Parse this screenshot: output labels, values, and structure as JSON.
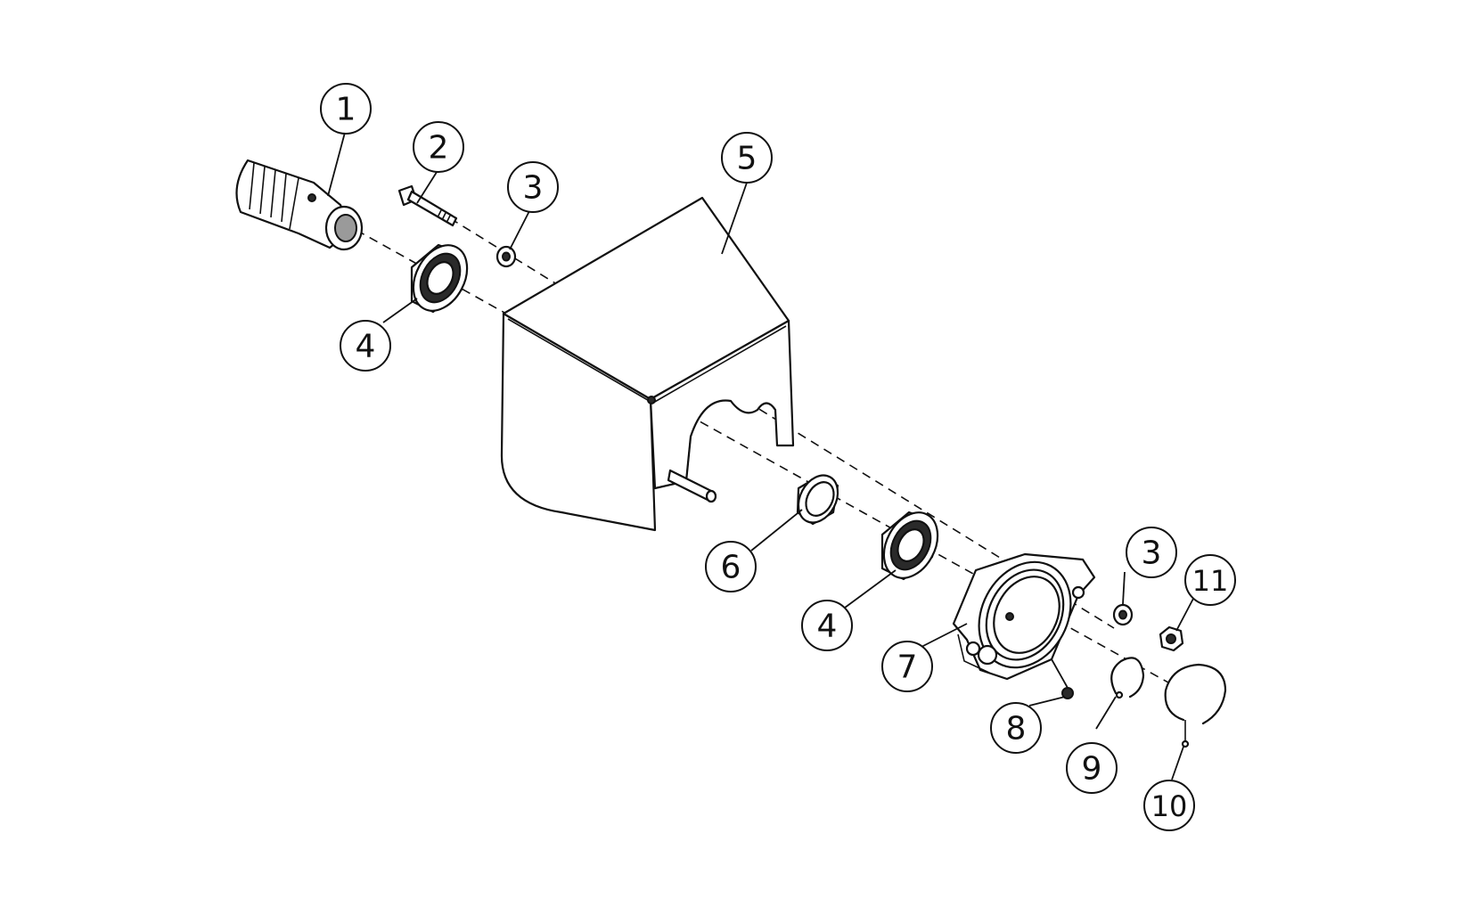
{
  "balloons": [
    {
      "id": "1",
      "label": "1"
    },
    {
      "id": "2",
      "label": "2"
    },
    {
      "id": "3a",
      "label": "3"
    },
    {
      "id": "4a",
      "label": "4"
    },
    {
      "id": "5",
      "label": "5"
    },
    {
      "id": "6",
      "label": "6"
    },
    {
      "id": "4b",
      "label": "4"
    },
    {
      "id": "7",
      "label": "7"
    },
    {
      "id": "3b",
      "label": "3"
    },
    {
      "id": "11",
      "label": "11"
    },
    {
      "id": "8",
      "label": "8"
    },
    {
      "id": "9",
      "label": "9"
    },
    {
      "id": "10",
      "label": "10"
    }
  ]
}
